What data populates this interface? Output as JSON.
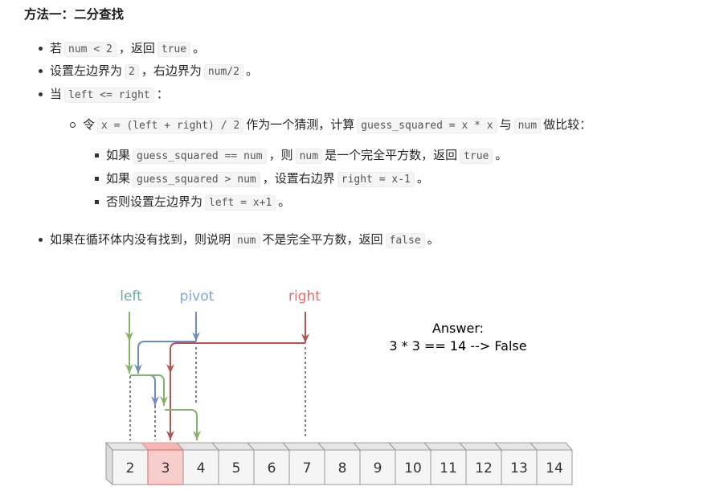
{
  "title": "方法一：二分查找",
  "b1": {
    "a": "若",
    "c1": "num < 2",
    "b": "，返回",
    "c2": "true",
    "d": "。"
  },
  "b2": {
    "a": "设置左边界为",
    "c1": "2",
    "b": "，右边界为",
    "c2": "num/2",
    "d": "。"
  },
  "b3": {
    "a": "当",
    "c1": "left <= right",
    "d": "："
  },
  "s1": {
    "a": "令",
    "c1": "x = (left + right) / 2",
    "b": "作为一个猜测，计算",
    "c2": "guess_squared = x * x",
    "c": "与",
    "c3": "num",
    "d": "做比较："
  },
  "ss1": {
    "a": "如果",
    "c1": "guess_squared == num",
    "b": "，则",
    "c2": "num",
    "c": "是一个完全平方数，返回",
    "c3": "true",
    "d": "。"
  },
  "ss2": {
    "a": "如果",
    "c1": "guess_squared > num",
    "b": "，设置右边界",
    "c2": "right = x-1",
    "d": "。"
  },
  "ss3": {
    "a": "否则设置左边界为",
    "c1": "left = x+1",
    "d": "。"
  },
  "b4": {
    "a": "如果在循环体内没有找到，则说明",
    "c1": "num",
    "b": "不是完全平方数，返回",
    "c2": "false",
    "d": "。"
  },
  "diagram": {
    "labels": {
      "left": "left",
      "pivot": "pivot",
      "right": "right"
    },
    "answer_title": "Answer:",
    "answer": "3 * 3 == 14 --> False",
    "cells": [
      "2",
      "3",
      "4",
      "5",
      "6",
      "7",
      "8",
      "9",
      "10",
      "11",
      "12",
      "13",
      "14"
    ],
    "highlight_index": 1,
    "colors": {
      "left": "#82b366",
      "pivot": "#6c8ebf",
      "right": "#b85450",
      "highlight": "#f8cecc"
    }
  }
}
